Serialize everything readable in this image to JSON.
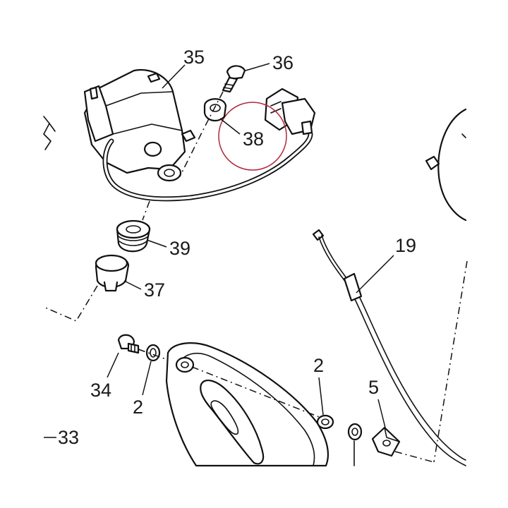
{
  "diagram": {
    "labels": {
      "p35": "35",
      "p36": "36",
      "p38": "38",
      "p39": "39",
      "p37": "37",
      "p19": "19",
      "p34": "34",
      "p2a": "2",
      "p2b": "2",
      "p5": "5",
      "p33": "33"
    },
    "colors": {
      "ink": "#111111",
      "highlight_circle": "#b0283c",
      "background": "#ffffff"
    }
  }
}
